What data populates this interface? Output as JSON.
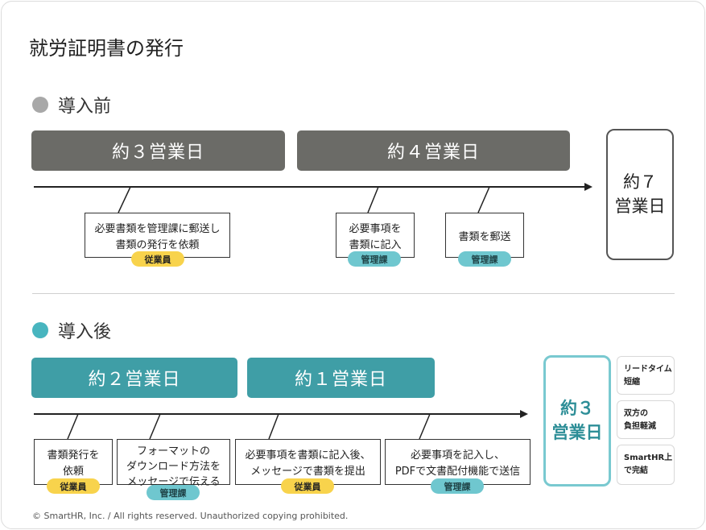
{
  "title": "就労証明書の発行",
  "before": {
    "heading": "導入前",
    "bars": [
      "約３営業日",
      "約４営業日"
    ],
    "total": [
      "約７",
      "営業日"
    ],
    "notes": [
      {
        "lines": [
          "必要書類を管理課に郵送し",
          "書類の発行を依頼"
        ],
        "tag": "従業員"
      },
      {
        "lines": [
          "必要事項を",
          "書類に記入"
        ],
        "tag": "管理課"
      },
      {
        "lines": [
          "書類を郵送"
        ],
        "tag": "管理課"
      }
    ]
  },
  "after": {
    "heading": "導入後",
    "bars": [
      "約２営業日",
      "約１営業日"
    ],
    "total": [
      "約３",
      "営業日"
    ],
    "notes": [
      {
        "lines": [
          "書類発行を",
          "依頼"
        ],
        "tag": "従業員"
      },
      {
        "lines": [
          "フォーマットの",
          "ダウンロード方法を",
          "メッセージで伝える"
        ],
        "tag": "管理課"
      },
      {
        "lines": [
          "必要事項を書類に記入後、",
          "メッセージで書類を提出"
        ],
        "tag": "従業員"
      },
      {
        "lines": [
          "必要事項を記入し、",
          "PDFで文書配付機能で送信"
        ],
        "tag": "管理課"
      }
    ],
    "benefits": [
      [
        "リードタイム",
        "短縮"
      ],
      [
        "双方の",
        "負担軽減"
      ],
      [
        "SmartHR上",
        "で完結"
      ]
    ]
  },
  "colors": {
    "gray": "#6b6b67",
    "teal": "#3f9ea6",
    "yellow": "#f8d34c",
    "pill_teal": "#6fc7cf"
  },
  "footer": "© SmartHR, Inc. / All rights reserved. Unauthorized copying prohibited."
}
